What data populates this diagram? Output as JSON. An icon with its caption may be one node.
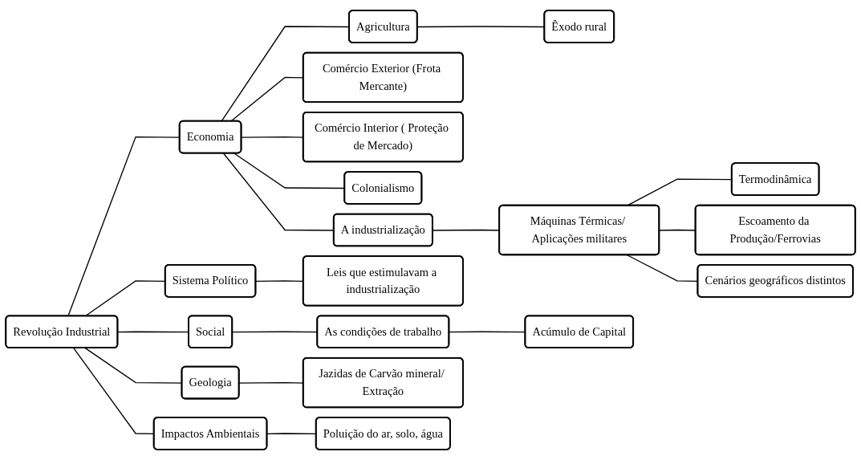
{
  "diagram": {
    "nodes": [
      {
        "text": [
          "Revolução Industrial"
        ]
      },
      {
        "text": [
          "Economia"
        ]
      },
      {
        "text": [
          "Agricultura"
        ]
      },
      {
        "text": [
          "Êxodo rural"
        ]
      },
      {
        "text": [
          "Comércio Exterior (Frota Mercante)"
        ]
      },
      {
        "text": [
          "Comércio Interior ( Proteção de Mercado)"
        ]
      },
      {
        "text": [
          "Colonialismo"
        ]
      },
      {
        "text": [
          "A industrialização"
        ]
      },
      {
        "text": [
          "Máquinas Térmicas/ Aplicações militares"
        ]
      },
      {
        "text": [
          "Termodinâmica"
        ]
      },
      {
        "text": [
          "Escoamento da Produção/Ferrovias"
        ]
      },
      {
        "text": [
          "Cenários geográficos distintos"
        ]
      },
      {
        "text": [
          "Sistema Político"
        ]
      },
      {
        "text": [
          "Leis que estimulavam a industrialização"
        ]
      },
      {
        "text": [
          "Social"
        ]
      },
      {
        "text": [
          "As condições de trabalho"
        ]
      },
      {
        "text": [
          "Acúmulo de Capital"
        ]
      },
      {
        "text": [
          "Geologia"
        ]
      },
      {
        "text": [
          "Jazidas de Carvão mineral/ Extração"
        ]
      },
      {
        "text": [
          "Impactos Ambientais"
        ]
      },
      {
        "text": [
          "Poluição do ar, solo, água"
        ]
      }
    ],
    "edges": [
      {
        "from": 0,
        "to": 1,
        "arrow": "none"
      },
      {
        "from": 1,
        "to": 2,
        "arrow": "none"
      },
      {
        "from": 2,
        "to": 3,
        "arrow": "none"
      },
      {
        "from": 1,
        "to": 4,
        "arrow": "none"
      },
      {
        "from": 1,
        "to": 5,
        "arrow": "none"
      },
      {
        "from": 1,
        "to": 6,
        "arrow": "none"
      },
      {
        "from": 1,
        "to": 7,
        "arrow": "none"
      },
      {
        "from": 7,
        "to": 8,
        "arrow": "none"
      },
      {
        "from": 8,
        "to": 9,
        "arrow": "none"
      },
      {
        "from": 8,
        "to": 10,
        "arrow": "none"
      },
      {
        "from": 8,
        "to": 11,
        "arrow": "none"
      },
      {
        "from": 0,
        "to": 12,
        "arrow": "none"
      },
      {
        "from": 12,
        "to": 13,
        "arrow": "none"
      },
      {
        "from": 0,
        "to": 14,
        "arrow": "none"
      },
      {
        "from": 14,
        "to": 15,
        "arrow": "none"
      },
      {
        "from": 15,
        "to": 16,
        "arrow": "none"
      },
      {
        "from": 0,
        "to": 17,
        "arrow": "none"
      },
      {
        "from": 17,
        "to": 18,
        "arrow": "none"
      },
      {
        "from": 0,
        "to": 19,
        "arrow": "none"
      },
      {
        "from": 19,
        "to": 20,
        "arrow": "none"
      }
    ]
  }
}
